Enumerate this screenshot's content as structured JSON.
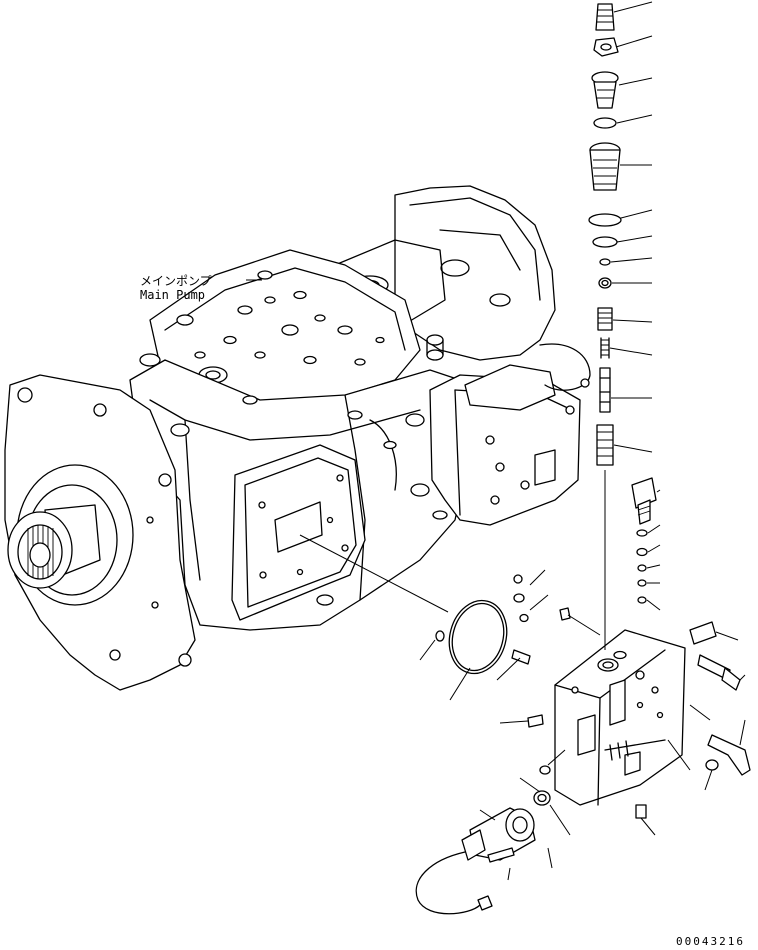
{
  "callout": {
    "label_jp": "メインポンプ",
    "label_en": "Main Pump"
  },
  "drawing_code": "00043216"
}
